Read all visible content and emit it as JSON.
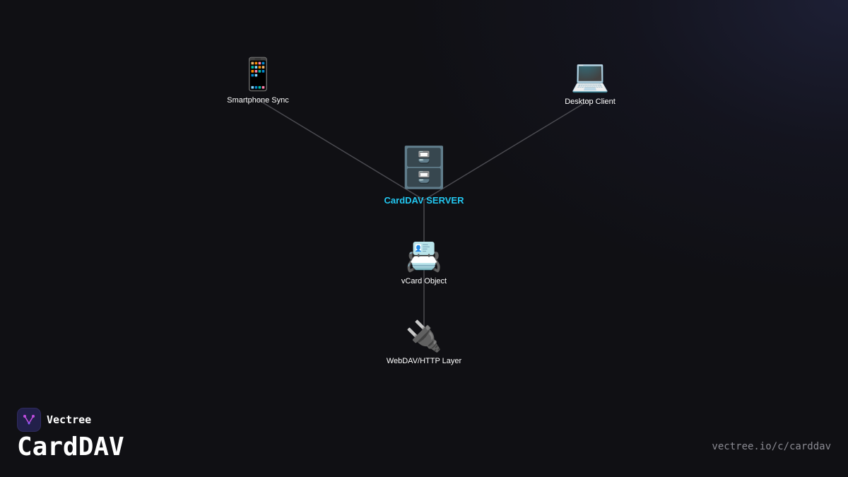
{
  "diagram": {
    "nodes": {
      "phone": {
        "icon": "📱",
        "icon_name": "smartphone-icon",
        "label": "Smartphone Sync"
      },
      "desktop": {
        "icon": "💻",
        "icon_name": "laptop-icon",
        "label": "Desktop Client"
      },
      "server": {
        "icon": "🗄️",
        "icon_name": "file-cabinet-icon",
        "label": "CardDAV SERVER"
      },
      "vcard": {
        "icon": "📇",
        "icon_name": "card-index-icon",
        "label": "vCard Object"
      },
      "webdav": {
        "icon": "🔌",
        "icon_name": "plug-icon",
        "label": "WebDAV/HTTP Layer"
      }
    },
    "edges": [
      {
        "from": "Smartphone Sync",
        "to": "CardDAV SERVER"
      },
      {
        "from": "Desktop Client",
        "to": "CardDAV SERVER"
      },
      {
        "from": "CardDAV SERVER",
        "to": "vCard Object"
      },
      {
        "from": "vCard Object",
        "to": "WebDAV/HTTP Layer"
      }
    ]
  },
  "brand": {
    "name": "Vectree",
    "logo_icon": "vectree-logo-icon"
  },
  "page": {
    "title": "CardDAV",
    "url": "vectree.io/c/carddav"
  },
  "colors": {
    "background": "#101014",
    "accent": "#22c7f0",
    "edge": "#4a4a50",
    "url_text": "#8a8a92",
    "logo_bg": "#22204a",
    "logo_mark": "#c04de0"
  }
}
